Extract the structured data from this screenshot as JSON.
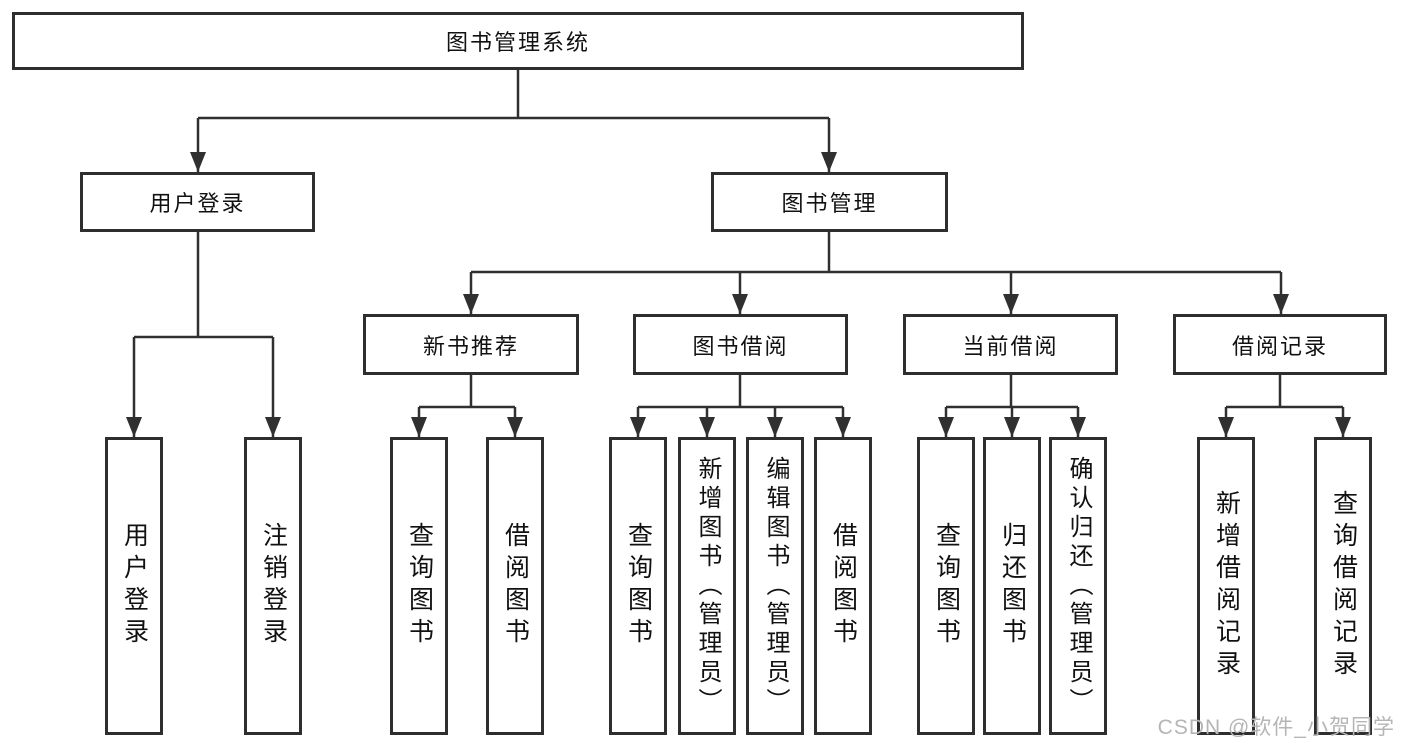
{
  "diagram": {
    "title": "图书管理系统",
    "level2": {
      "user_login": "用户登录",
      "book_management": "图书管理"
    },
    "level3": {
      "new_book_recommend": "新书推荐",
      "book_borrowing": "图书借阅",
      "current_borrowing": "当前借阅",
      "borrow_records": "借阅记录"
    },
    "leaves": {
      "user_login": "用户登录",
      "logout_login": "注销登录",
      "query_books_1": "查询图书",
      "borrow_books_1": "借阅图书",
      "query_books_2": "查询图书",
      "add_books_admin": "新增图书（管理员）",
      "edit_books_admin": "编辑图书（管理员）",
      "borrow_books_2": "借阅图书",
      "query_books_3": "查询图书",
      "return_books": "归还图书",
      "confirm_return_admin": "确认归还（管理员）",
      "add_borrow_record": "新增借阅记录",
      "query_borrow_record": "查询借阅记录"
    }
  },
  "watermark": "CSDN @软件_小贺同学",
  "colors": {
    "line": "#303030",
    "box_border": "#2e2e2e",
    "text": "#111111",
    "watermark_text": "#b5b5b5",
    "background": "#ffffff"
  }
}
